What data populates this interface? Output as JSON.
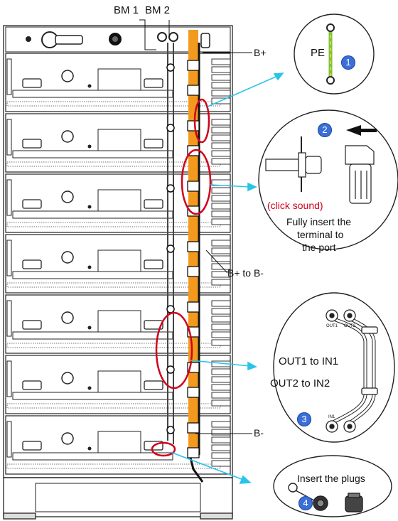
{
  "top_labels": {
    "bm1": "BM 1",
    "bm2": "BM 2"
  },
  "side_labels": {
    "b_plus": "B+",
    "b_plus_to_b_minus": "B+ to B-",
    "b_minus": "B-"
  },
  "callout1": {
    "number": "1",
    "label": "PE"
  },
  "callout2": {
    "number": "2",
    "click": "(click sound)",
    "line1": "Fully insert the",
    "line2": "terminal to",
    "line3": "the port"
  },
  "callout3": {
    "number": "3",
    "label1": "OUT1 to IN1",
    "label2": "OUT2 to IN2",
    "port_out1": "OUT1",
    "port_out2": "OUT2",
    "port_in1": "IN1"
  },
  "callout4": {
    "number": "4",
    "label": "Insert the plugs"
  },
  "colors": {
    "cable_orange": "#f39a1e",
    "highlight_red": "#d0021b",
    "arrow_cyan": "#29c4e8",
    "badge_blue": "#3b6fd8",
    "pe_green": "#7cc242",
    "pe_yellow": "#e6d21e"
  },
  "module_count": 7
}
